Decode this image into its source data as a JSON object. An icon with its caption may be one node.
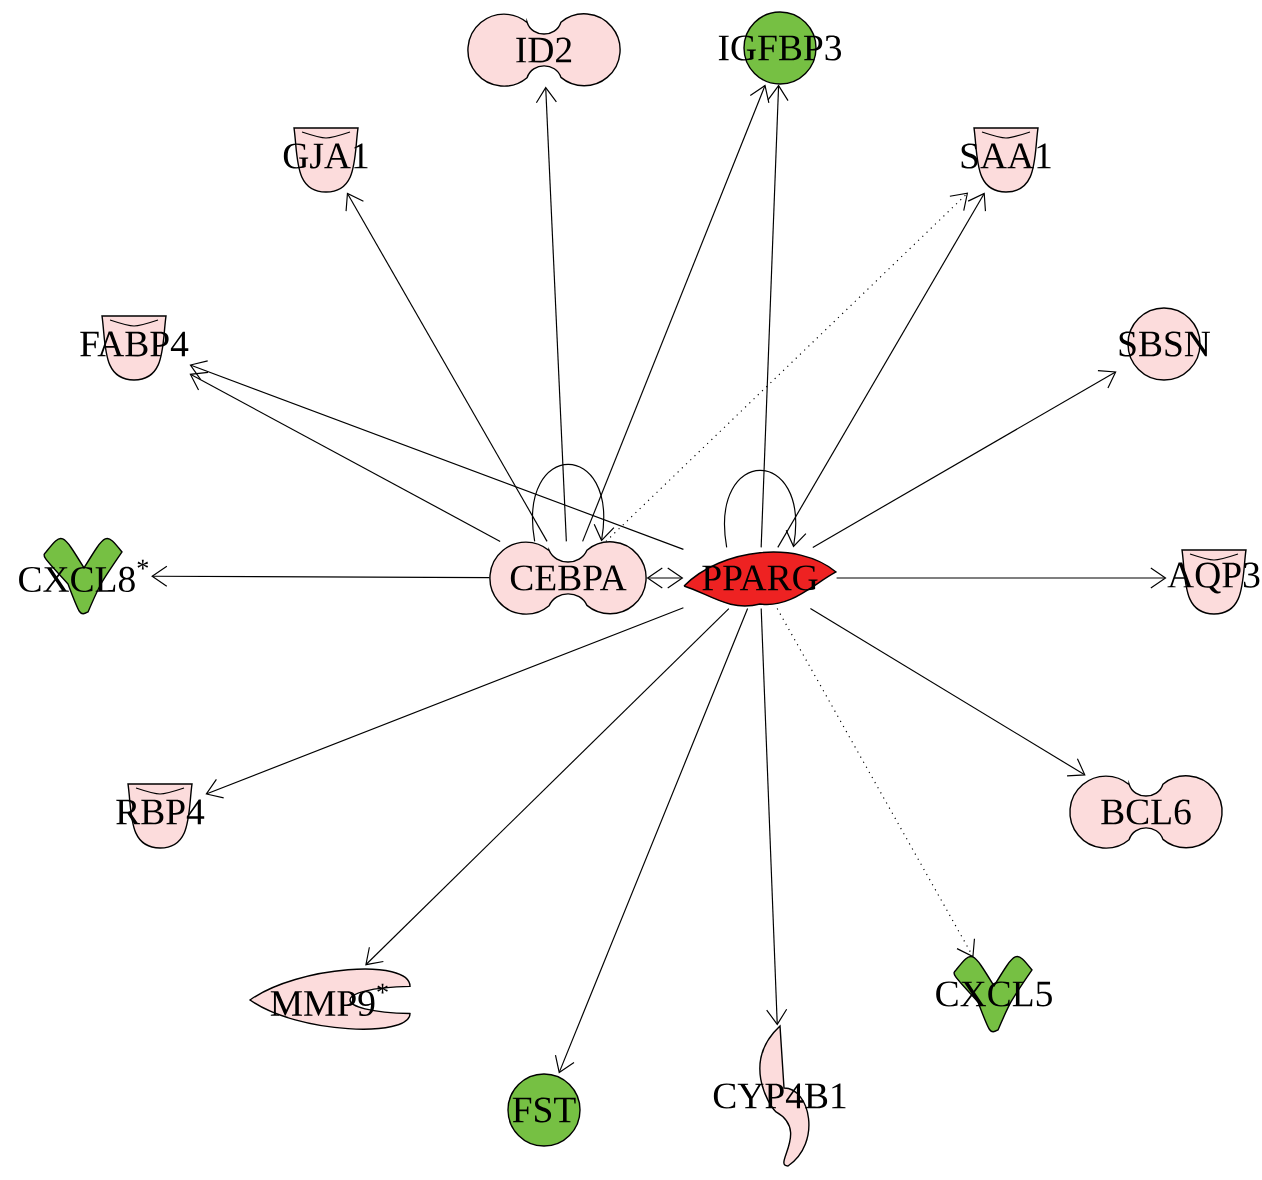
{
  "diagram": {
    "nodes": [
      {
        "text": [
          "ID2"
        ]
      },
      {
        "text": [
          "IGFBP3"
        ]
      },
      {
        "text": [
          "GJA1"
        ]
      },
      {
        "text": [
          "SAA1"
        ]
      },
      {
        "text": [
          "FABP4"
        ]
      },
      {
        "text": [
          "SBSN"
        ]
      },
      {
        "text": [
          "CXCL8$^{*}$"
        ]
      },
      {
        "text": [
          "CEBPA"
        ]
      },
      {
        "text": [
          "PPARG"
        ]
      },
      {
        "text": [
          "AQP3"
        ]
      },
      {
        "text": [
          "RBP4"
        ]
      },
      {
        "text": [
          "BCL6"
        ]
      },
      {
        "text": [
          "MMP9$^{*}$"
        ]
      },
      {
        "text": [
          "CXCL5"
        ]
      },
      {
        "text": [
          "FST"
        ]
      },
      {
        "text": [
          "CYP4B1"
        ]
      }
    ],
    "edges": [
      {
        "from": 7,
        "to": 6,
        "arrow": "to"
      },
      {
        "from": 7,
        "to": 2,
        "arrow": "to"
      },
      {
        "from": 7,
        "to": 0,
        "arrow": "to"
      },
      {
        "from": 7,
        "to": 1,
        "arrow": "to"
      },
      {
        "from": 7,
        "to": 4,
        "arrow": "to"
      },
      {
        "from": 7,
        "to": 3,
        "arrow": "to",
        "style": "dashed"
      },
      {
        "from": 7,
        "to": 7,
        "arrow": "to"
      },
      {
        "from": 7,
        "to": 8,
        "arrow": "both"
      },
      {
        "from": 8,
        "to": 8,
        "arrow": "to"
      },
      {
        "from": 8,
        "to": 4,
        "arrow": "to"
      },
      {
        "from": 8,
        "to": 1,
        "arrow": "to"
      },
      {
        "from": 8,
        "to": 3,
        "arrow": "to"
      },
      {
        "from": 8,
        "to": 5,
        "arrow": "to"
      },
      {
        "from": 8,
        "to": 9,
        "arrow": "to"
      },
      {
        "from": 8,
        "to": 10,
        "arrow": "to"
      },
      {
        "from": 8,
        "to": 12,
        "arrow": "to"
      },
      {
        "from": 8,
        "to": 14,
        "arrow": "to"
      },
      {
        "from": 8,
        "to": 15,
        "arrow": "to"
      },
      {
        "from": 8,
        "to": 13,
        "arrow": "to",
        "style": "dashed"
      },
      {
        "from": 8,
        "to": 11,
        "arrow": "to"
      }
    ]
  }
}
